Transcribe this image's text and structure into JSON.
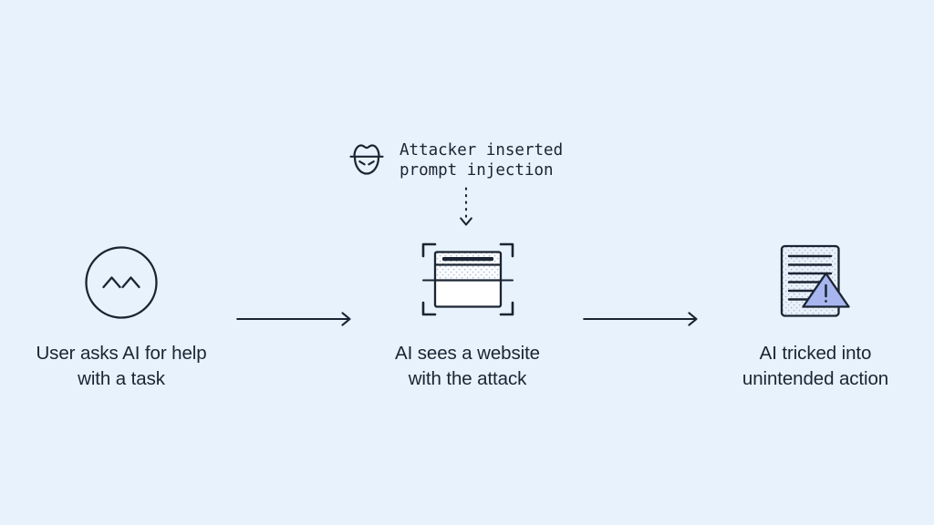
{
  "page": {
    "title": "Prompt injection attack flow diagram",
    "background_color": "#e7f2fd",
    "ink_color": "#1b2432",
    "accent_color": "#a8b6f0"
  },
  "callout": {
    "icon": "detective-hat-face-icon",
    "text": "Attacker inserted\nprompt injection",
    "line_1": "Attacker inserted",
    "line_2": "prompt injection",
    "arrow": "dotted-down-arrow-icon"
  },
  "flow": {
    "steps": [
      {
        "id": "user-asks",
        "icon": "smiling-face-icon",
        "label": "User asks AI for help\nwith a task"
      },
      {
        "id": "ai-sees-website",
        "icon": "scanned-browser-window-icon",
        "label": "AI sees a website\nwith the attack"
      },
      {
        "id": "ai-tricked",
        "icon": "document-warning-icon",
        "label": "AI tricked into\nunintended action"
      }
    ],
    "connectors": [
      {
        "id": "connector-1",
        "icon": "right-arrow-icon"
      },
      {
        "id": "connector-2",
        "icon": "right-arrow-icon"
      }
    ]
  }
}
